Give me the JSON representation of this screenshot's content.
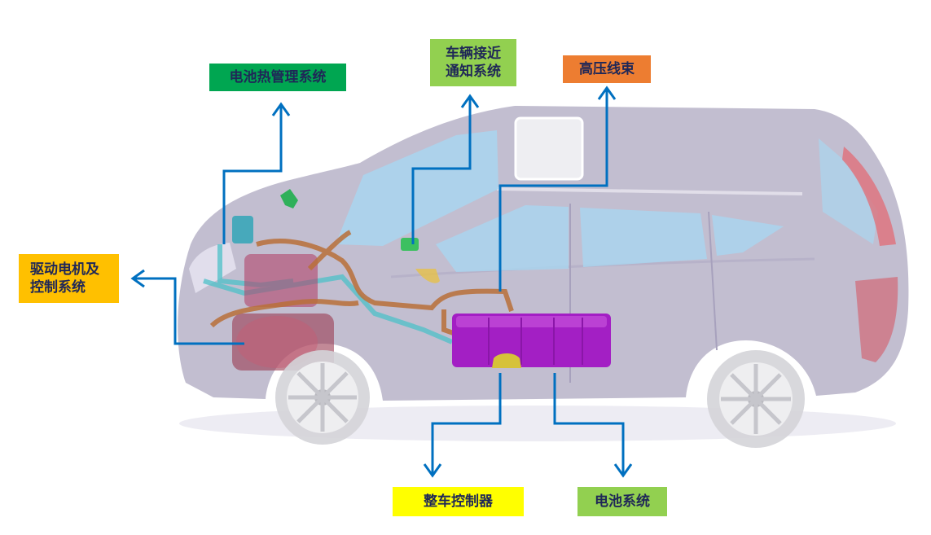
{
  "labels": {
    "battery_thermal": "电池热管理系统",
    "vehicle_approach_line1": "车辆接近",
    "vehicle_approach_line2": "通知系统",
    "hv_harness": "高压线束",
    "motor_line1": "驱动电机及",
    "motor_line2": "控制系统",
    "vcu": "整车控制器",
    "battery_system": "电池系统"
  },
  "colors": {
    "arrow": "#0070c0",
    "battery_thermal_box": "#00a651",
    "vehicle_approach_box": "#92d050",
    "hv_harness_box": "#ed7d31",
    "motor_box": "#ffc000",
    "vcu_box": "#ffff00",
    "battery_system_box": "#92d050",
    "car_body": "#8f88aa",
    "battery_pack": "#a31fc4",
    "harness": "#b87038"
  }
}
